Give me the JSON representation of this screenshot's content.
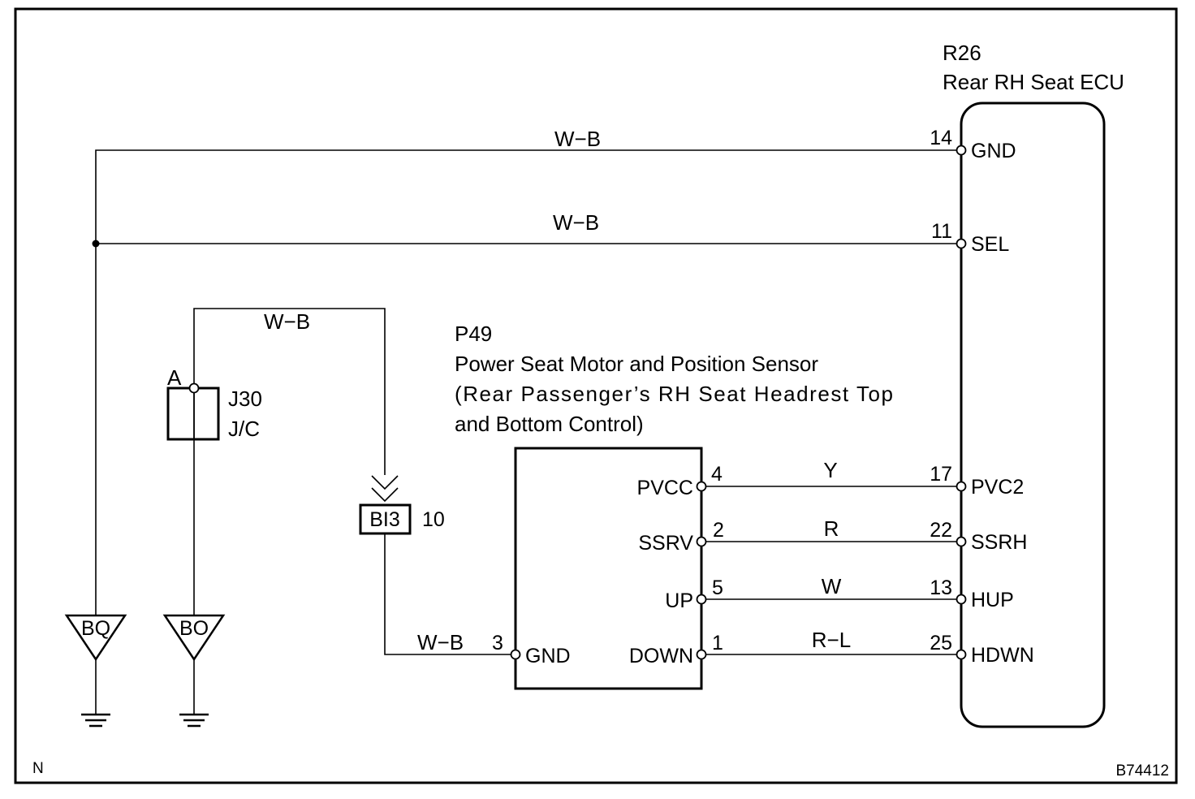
{
  "ecu": {
    "code": "R26",
    "name": "Rear RH Seat ECU",
    "pins": [
      {
        "no": "14",
        "name": "GND"
      },
      {
        "no": "11",
        "name": "SEL"
      },
      {
        "no": "17",
        "name": "PVC2"
      },
      {
        "no": "22",
        "name": "SSRH"
      },
      {
        "no": "13",
        "name": "HUP"
      },
      {
        "no": "25",
        "name": "HDWN"
      }
    ]
  },
  "motor": {
    "code": "P49",
    "name": "Power Seat Motor and Position Sensor",
    "desc1": "(Rear Passenger’s RH Seat Headrest Top",
    "desc2": "and Bottom Control)",
    "pins": [
      {
        "no": "4",
        "name": "PVCC"
      },
      {
        "no": "2",
        "name": "SSRV"
      },
      {
        "no": "5",
        "name": "UP"
      },
      {
        "no": "1",
        "name": "DOWN"
      },
      {
        "no": "3",
        "name": "GND"
      }
    ]
  },
  "wires": {
    "gnd_top": "W−B",
    "sel": "W−B",
    "jc_top": "W−B",
    "motor_gnd": "W−B",
    "pvcc": "Y",
    "ssrv": "R",
    "up": "W",
    "down": "R−L"
  },
  "junction": {
    "code": "J30",
    "type": "J/C",
    "terminal": "A"
  },
  "connector": {
    "code": "BI3",
    "pin": "10"
  },
  "grounds": [
    "BQ",
    "BO"
  ],
  "corner_left": "N",
  "corner_right": "B74412"
}
